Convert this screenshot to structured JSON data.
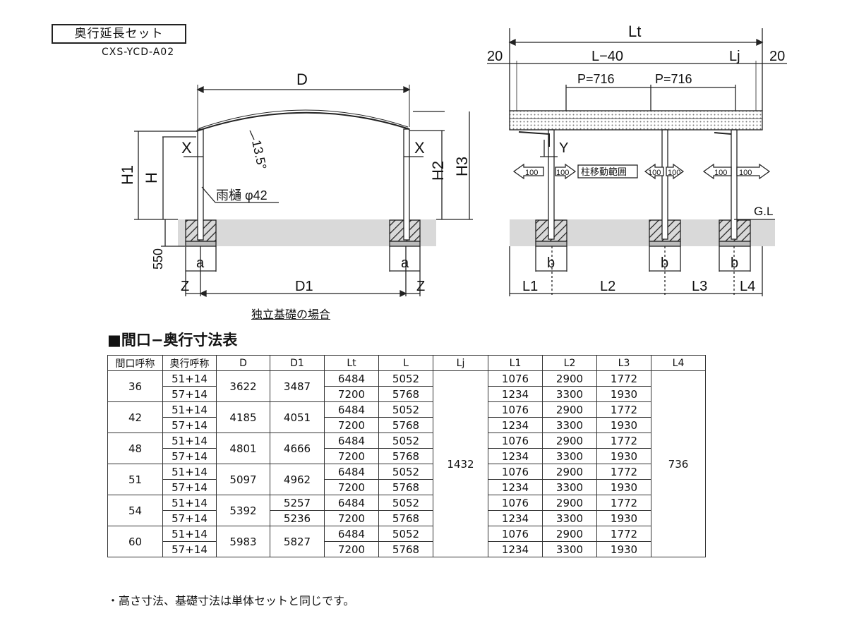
{
  "header": {
    "title": "奥行延長セット",
    "model": "CXS-YCD-A02"
  },
  "drawing": {
    "side": {
      "labels": {
        "D": "D",
        "D1": "D1",
        "H": "H",
        "H1": "H1",
        "H2": "H2",
        "H3": "H3",
        "X_left": "X",
        "X_right": "X",
        "slope": "13.5°",
        "gutter": "雨樋 φ42",
        "depth550": "550",
        "a_left": "a",
        "a_right": "a",
        "Z_left": "Z",
        "Z_right": "Z"
      }
    },
    "front": {
      "labels": {
        "Lt": "Lt",
        "L40": "L−40",
        "Lj": "Lj",
        "w20_left": "20",
        "w20_right": "20",
        "P1": "P=716",
        "P2": "P=716",
        "Y": "Y",
        "GL": "G.L",
        "range": "柱移動範囲",
        "arrow100": "100",
        "b1": "b",
        "b2": "b",
        "b3": "b",
        "L1": "L1",
        "L2": "L2",
        "L3": "L3",
        "L4": "L4"
      }
    },
    "caption": "独立基礎の場合"
  },
  "table": {
    "title": "■間口−奥行寸法表",
    "columns": [
      "間口呼称",
      "奥行呼称",
      "D",
      "D1",
      "Lt",
      "L",
      "Lj",
      "L1",
      "L2",
      "L3",
      "L4"
    ],
    "lj": "1432",
    "l4": "736",
    "groups": [
      {
        "frontage": "36",
        "D": "3622",
        "D1": [
          "3487"
        ],
        "rows": [
          {
            "depth": "51+14",
            "Lt": "6484",
            "L": "5052",
            "L1": "1076",
            "L2": "2900",
            "L3": "1772"
          },
          {
            "depth": "57+14",
            "Lt": "7200",
            "L": "5768",
            "L1": "1234",
            "L2": "3300",
            "L3": "1930"
          }
        ]
      },
      {
        "frontage": "42",
        "D": "4185",
        "D1": [
          "4051"
        ],
        "rows": [
          {
            "depth": "51+14",
            "Lt": "6484",
            "L": "5052",
            "L1": "1076",
            "L2": "2900",
            "L3": "1772"
          },
          {
            "depth": "57+14",
            "Lt": "7200",
            "L": "5768",
            "L1": "1234",
            "L2": "3300",
            "L3": "1930"
          }
        ]
      },
      {
        "frontage": "48",
        "D": "4801",
        "D1": [
          "4666"
        ],
        "rows": [
          {
            "depth": "51+14",
            "Lt": "6484",
            "L": "5052",
            "L1": "1076",
            "L2": "2900",
            "L3": "1772"
          },
          {
            "depth": "57+14",
            "Lt": "7200",
            "L": "5768",
            "L1": "1234",
            "L2": "3300",
            "L3": "1930"
          }
        ]
      },
      {
        "frontage": "51",
        "D": "5097",
        "D1": [
          "4962"
        ],
        "rows": [
          {
            "depth": "51+14",
            "Lt": "6484",
            "L": "5052",
            "L1": "1076",
            "L2": "2900",
            "L3": "1772"
          },
          {
            "depth": "57+14",
            "Lt": "7200",
            "L": "5768",
            "L1": "1234",
            "L2": "3300",
            "L3": "1930"
          }
        ]
      },
      {
        "frontage": "54",
        "D": "5392",
        "D1": [
          "5257",
          "5236"
        ],
        "rows": [
          {
            "depth": "51+14",
            "Lt": "6484",
            "L": "5052",
            "L1": "1076",
            "L2": "2900",
            "L3": "1772"
          },
          {
            "depth": "57+14",
            "Lt": "7200",
            "L": "5768",
            "L1": "1234",
            "L2": "3300",
            "L3": "1930"
          }
        ]
      },
      {
        "frontage": "60",
        "D": "5983",
        "D1": [
          "5827"
        ],
        "rows": [
          {
            "depth": "51+14",
            "Lt": "6484",
            "L": "5052",
            "L1": "1076",
            "L2": "2900",
            "L3": "1772"
          },
          {
            "depth": "57+14",
            "Lt": "7200",
            "L": "5768",
            "L1": "1234",
            "L2": "3300",
            "L3": "1930"
          }
        ]
      }
    ]
  },
  "footer": {
    "note": "・高さ寸法、基礎寸法は単体セットと同じです。"
  }
}
